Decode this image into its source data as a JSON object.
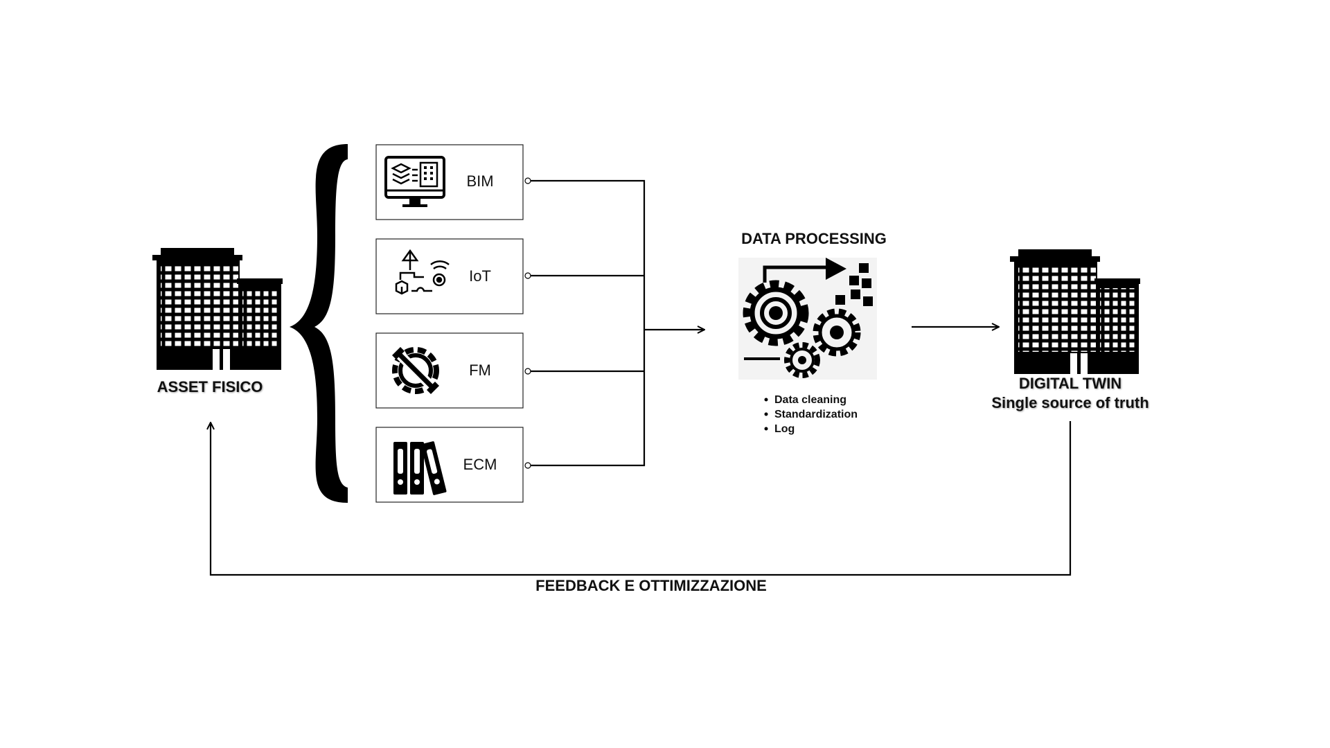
{
  "asset": {
    "label": "ASSET FISICO",
    "icon": "office-building-icon"
  },
  "sources": [
    {
      "label": "BIM",
      "icon": "bim-monitor-icon"
    },
    {
      "label": "IoT",
      "icon": "iot-network-icon"
    },
    {
      "label": "FM",
      "icon": "gear-wrench-icon"
    },
    {
      "label": "ECM",
      "icon": "binders-icon"
    }
  ],
  "processing": {
    "title": "DATA PROCESSING",
    "icon": "gears-process-icon",
    "bullets": [
      "Data cleaning",
      "Standardization",
      "Log"
    ]
  },
  "twin": {
    "title": "DIGITAL TWIN",
    "subtitle": "Single source of truth",
    "icon": "office-building-icon"
  },
  "feedback": {
    "label": "FEEDBACK E OTTIMIZZAZIONE"
  }
}
